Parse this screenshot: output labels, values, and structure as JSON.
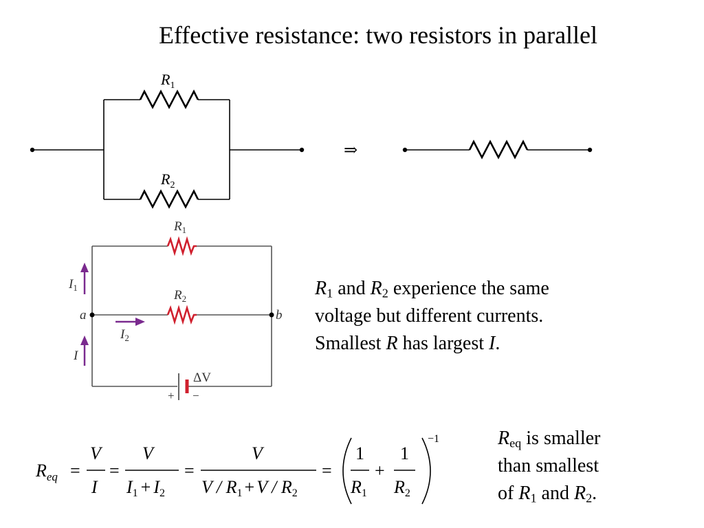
{
  "title": "Effective resistance: two resistors in parallel",
  "top_diagram": {
    "r1_label": "R",
    "r1_sub": "1",
    "r2_label": "R",
    "r2_sub": "2",
    "arrow": "⇒"
  },
  "bottom_diagram": {
    "r1_label": "R",
    "r1_sub": "1",
    "r2_label": "R",
    "r2_sub": "2",
    "i1_label": "I",
    "i1_sub": "1",
    "i2_label": "I",
    "i2_sub": "2",
    "i_label": "I",
    "node_a": "a",
    "node_b": "b",
    "battery_label": "ΔV",
    "plus": "+",
    "minus": "−",
    "resistor_color": "#d0202e",
    "arrow_color": "#7a2a8e",
    "wire_color": "#555555"
  },
  "statement": {
    "line1": {
      "r": "R",
      "r_sub1": "1",
      "and": "and",
      "r2": "R",
      "r_sub2": "2",
      "rest": "experience the same"
    },
    "line2": "voltage but different currents.",
    "line3_a": "Smallest",
    "line3_r": "R",
    "line3_b": "has largest",
    "line3_i": "I",
    "line3_end": "."
  },
  "note": {
    "r": "R",
    "r_sub": "eq",
    "line1_rest": "is smaller",
    "line2": "than smallest",
    "line3_of": "of",
    "r1": "R",
    "r1_sub": "1",
    "and": "and",
    "r2": "R",
    "r2_sub": "2",
    "end": "."
  },
  "equation": {
    "lhs": "R",
    "lhs_sub": "eq",
    "eq": "=",
    "f1_num": "V",
    "f1_den": "I",
    "f2_num": "V",
    "f2_den_a": "I",
    "f2_den_a_sub": "1",
    "plus": "+",
    "f2_den_b": "I",
    "f2_den_b_sub": "2",
    "f3_num": "V",
    "f3_den_a": "V / R",
    "f3_den_a_sub": "1",
    "f3_den_b": "V / R",
    "f3_den_b_sub": "2",
    "f4_num_a": "1",
    "f4_den_a": "R",
    "f4_den_a_sub": "1",
    "f4_num_b": "1",
    "f4_den_b": "R",
    "f4_den_b_sub": "2",
    "exponent": "−1"
  }
}
